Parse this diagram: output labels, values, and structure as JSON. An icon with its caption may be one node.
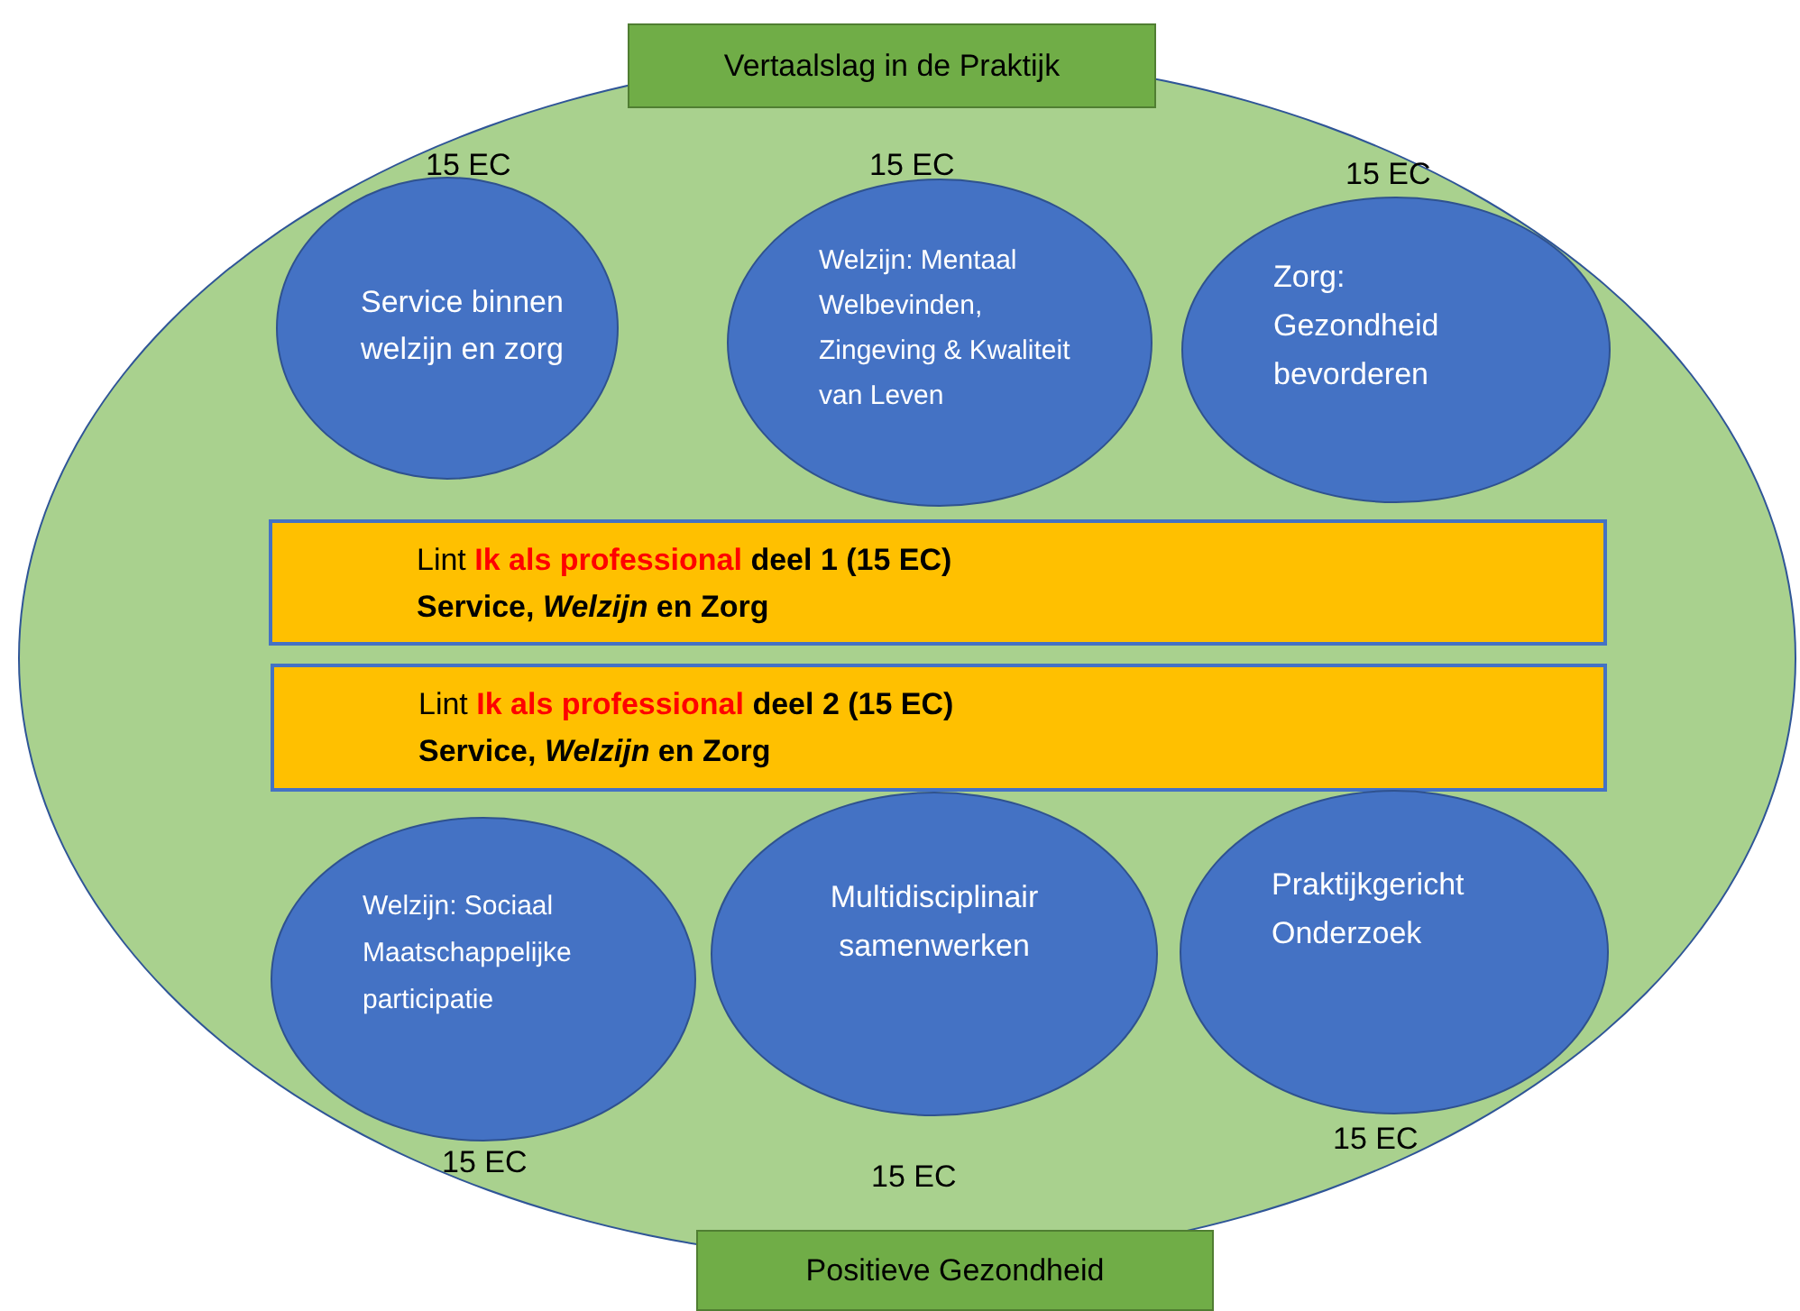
{
  "diagram": {
    "nodes": [
      {
        "text": [
          "Vertaalslag in de Praktijk"
        ]
      },
      {
        "text": [],
        "shape": "ellipse"
      },
      {
        "text": [
          "Service binnen welzijn en zorg"
        ],
        "in": 1,
        "beside": [
          "15 EC"
        ]
      },
      {
        "text": [
          "Welzijn: Mentaal Welbevinden, Zingeving & Kwaliteit van Leven"
        ],
        "in": 1,
        "beside": [
          "15 EC"
        ]
      },
      {
        "text": [
          "Zorg: Gezondheid bevorderen"
        ],
        "in": 1,
        "beside": [
          "15 EC"
        ]
      },
      {
        "text": [
          "Lint **Ik als professional** **deel 1 (15 EC)**",
          "Service, *Welzijn* en Zorg"
        ],
        "in": 1
      },
      {
        "text": [
          "Lint **Ik als professional** **deel 2 (15 EC)**",
          "Service, *Welzijn* en Zorg"
        ],
        "in": 1
      },
      {
        "text": [
          "Welzijn: Sociaal Maatschappelijke participatie"
        ],
        "in": 1,
        "beside": [
          "15 EC"
        ]
      },
      {
        "text": [
          "Multidisciplinair samenwerken"
        ],
        "in": 1,
        "beside": [
          "15 EC"
        ]
      },
      {
        "text": [
          "Praktijkgericht Onderzoek"
        ],
        "in": 1,
        "beside": [
          "15 EC"
        ]
      },
      {
        "text": [
          "Positieve Gezondheid"
        ]
      }
    ]
  }
}
